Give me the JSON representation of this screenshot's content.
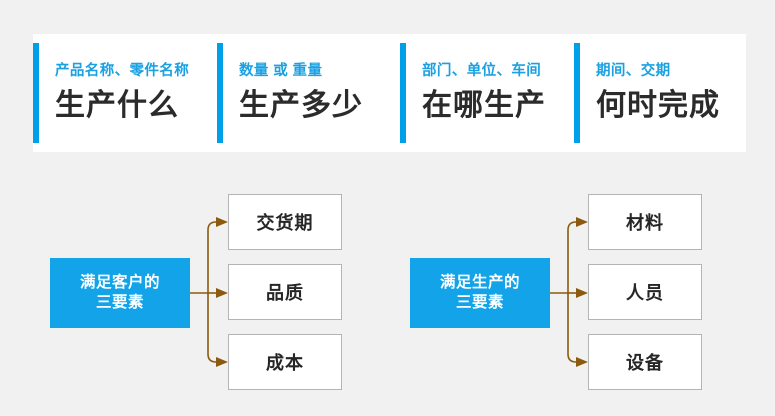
{
  "theme": {
    "page_background": "#f1f1f1",
    "accent_blue": "#00a0e8",
    "label_blue": "#1ba1e2",
    "hub_blue": "#12a3e8",
    "heading_dark": "#2b2b2b",
    "connector_brown": "#8b5a0e",
    "box_border_gray": "#b4b4b4"
  },
  "banner": {
    "cells": [
      {
        "sub": "产品名称、零件名称",
        "title": "生产什么"
      },
      {
        "sub": "数量 或 重量",
        "title": "生产多少"
      },
      {
        "sub": "部门、单位、车间",
        "title": "在哪生产"
      },
      {
        "sub": "期间、交期",
        "title": "何时完成"
      }
    ]
  },
  "diagram": {
    "groups": [
      {
        "hub": {
          "line1": "满足客户的",
          "line2": "三要素"
        },
        "leaves": [
          "交货期",
          "品质",
          "成本"
        ]
      },
      {
        "hub": {
          "line1": "满足生产的",
          "line2": "三要素"
        },
        "leaves": [
          "材料",
          "人员",
          "设备"
        ]
      }
    ]
  }
}
